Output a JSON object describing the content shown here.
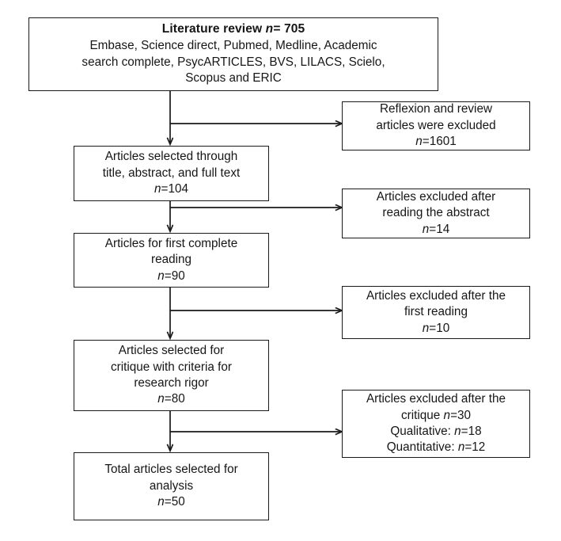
{
  "figure": {
    "type": "flowchart",
    "title": "Literature review study selection flow diagram",
    "line_color": "#1a1a1a",
    "background": "#ffffff"
  },
  "nodes": {
    "literature_review": {
      "heading": "Literature review",
      "heading_n_label": "n",
      "heading_n_value": "= 705",
      "body_line1": "Embase, Science direct, Pubmed, Medline, Academic",
      "body_line2": "search complete, PsycARTICLES, BVS, LILACS, Scielo,",
      "body_line3": "Scopus and ERIC"
    },
    "selected_title_abstract": {
      "line1": "Articles selected through",
      "line2": "title, abstract, and full text",
      "n_label": "n",
      "n_value": "=104"
    },
    "first_complete_reading": {
      "line1": "Articles for first complete",
      "line2": "reading",
      "n_label": "n",
      "n_value": "=90"
    },
    "selected_for_critique": {
      "line1": "Articles selected for",
      "line2": "critique with criteria for",
      "line3": "research rigor",
      "n_label": "n",
      "n_value": "=80"
    },
    "total_for_analysis": {
      "line1": "Total articles selected for",
      "line2": "analysis",
      "n_label": "n",
      "n_value": "=50"
    },
    "excluded_reflexion": {
      "line1": "Reflexion and review",
      "line2": "articles were excluded",
      "n_label": "n",
      "n_value": "=1601"
    },
    "excluded_abstract": {
      "line1": "Articles excluded after",
      "line2": "reading the abstract",
      "n_label": "n",
      "n_value": "=14"
    },
    "excluded_first_reading": {
      "line1": "Articles excluded after the",
      "line2": "first reading",
      "n_label": "n",
      "n_value": "=10"
    },
    "excluded_critique": {
      "line1": "Articles excluded after the",
      "line2_pre": "critique ",
      "line2_n_label": "n",
      "line2_n_value": "=30",
      "line3_pre": "Qualitative: ",
      "line3_n_label": "n",
      "line3_n_value": "=18",
      "line4_pre": "Quantitative: ",
      "line4_n_label": "n",
      "line4_n_value": "=12"
    }
  },
  "chart_data": {
    "type": "flowchart",
    "title": "Literature review study selection flow diagram",
    "main_stages": [
      {
        "label": "Literature review",
        "n": 705
      },
      {
        "label": "Articles selected through title, abstract, and full text",
        "n": 104
      },
      {
        "label": "Articles for first complete reading",
        "n": 90
      },
      {
        "label": "Articles selected for critique with criteria for research rigor",
        "n": 80
      },
      {
        "label": "Total articles selected for analysis",
        "n": 50
      }
    ],
    "exclusions": [
      {
        "label": "Reflexion and review articles were excluded",
        "n": 1601
      },
      {
        "label": "Articles excluded after reading the abstract",
        "n": 14
      },
      {
        "label": "Articles excluded after the first reading",
        "n": 10
      },
      {
        "label": "Articles excluded after the critique",
        "n": 30,
        "breakdown": [
          {
            "label": "Qualitative",
            "n": 18
          },
          {
            "label": "Quantitative",
            "n": 12
          }
        ]
      }
    ],
    "databases": [
      "Embase",
      "Science direct",
      "Pubmed",
      "Medline",
      "Academic search complete",
      "PsycARTICLES",
      "BVS",
      "LILACS",
      "Scielo",
      "Scopus",
      "ERIC"
    ]
  }
}
